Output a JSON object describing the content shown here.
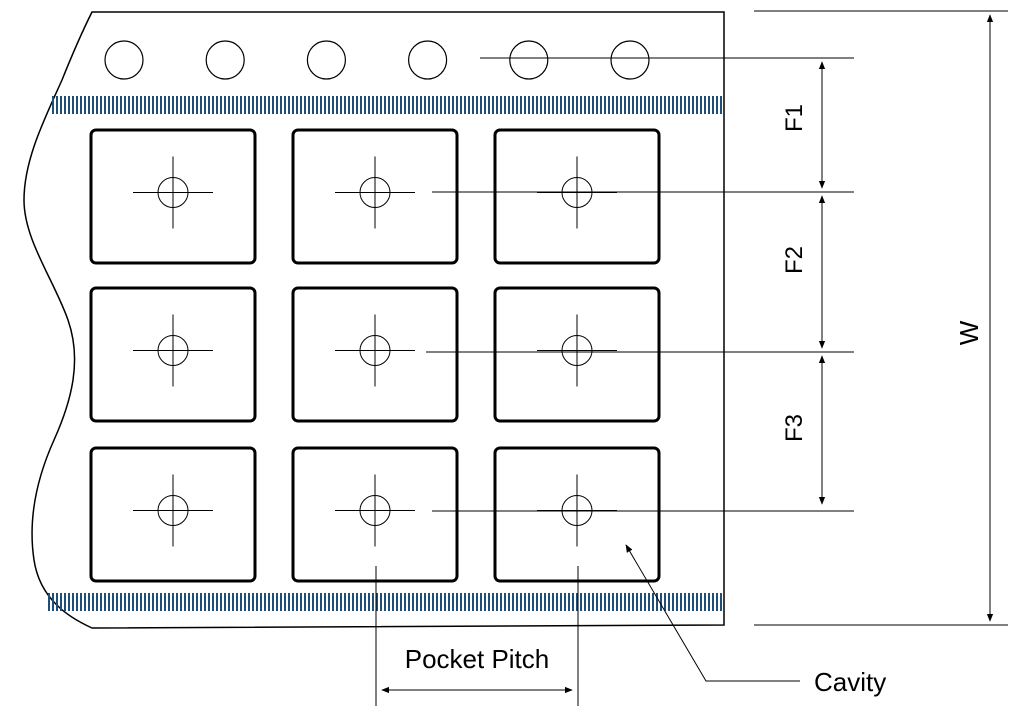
{
  "labels": {
    "f1": "F1",
    "f2": "F2",
    "f3": "F3",
    "w": "W",
    "pocket_pitch": "Pocket Pitch",
    "cavity": "Cavity"
  },
  "grid": {
    "sprocket_hole_count": 6,
    "pocket_rows": 3,
    "pocket_columns": 3
  },
  "colors": {
    "line": "#000000",
    "perforation": "#1f4e79",
    "background": "#ffffff"
  }
}
